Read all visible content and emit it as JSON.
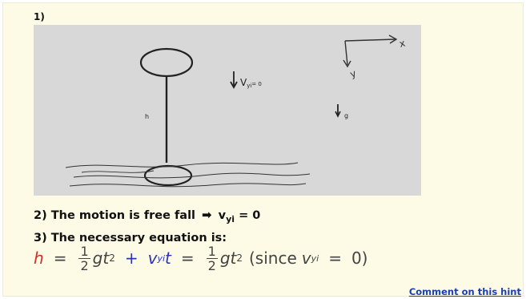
{
  "hint": {
    "step1_label": "1)",
    "sketch": {
      "v_label": "V",
      "v_sub": "yi",
      "v_value": "= 0",
      "g_label": "g",
      "h_label": "h",
      "x_axis_label": "x",
      "y_axis_label": "y"
    },
    "step2_text": "2) The motion is free fall",
    "step2_arrow": "➡",
    "step2_result_v": "v",
    "step2_result_sub": "yi",
    "step2_result_eq": "= 0",
    "step3_text": "3) The necessary equation is:",
    "equation": {
      "h": "h",
      "eq1": "=",
      "num": "1",
      "den": "2",
      "gt": "gt",
      "exp": "2",
      "plus": "+",
      "v": "v",
      "v_sub": "yi",
      "t": "t",
      "eq2": "=",
      "num2": "1",
      "den2": "2",
      "gt2": "gt",
      "exp2": "2",
      "since": "(since",
      "v3": "v",
      "v3_sub": "yi",
      "eq3": "=",
      "zero": "0)"
    },
    "comment_link": "Comment on this hint"
  },
  "colors": {
    "panel_bg": "#fdfbe6",
    "red": "#d0302b",
    "blue": "#2a35b5",
    "link": "#1a3faf"
  }
}
